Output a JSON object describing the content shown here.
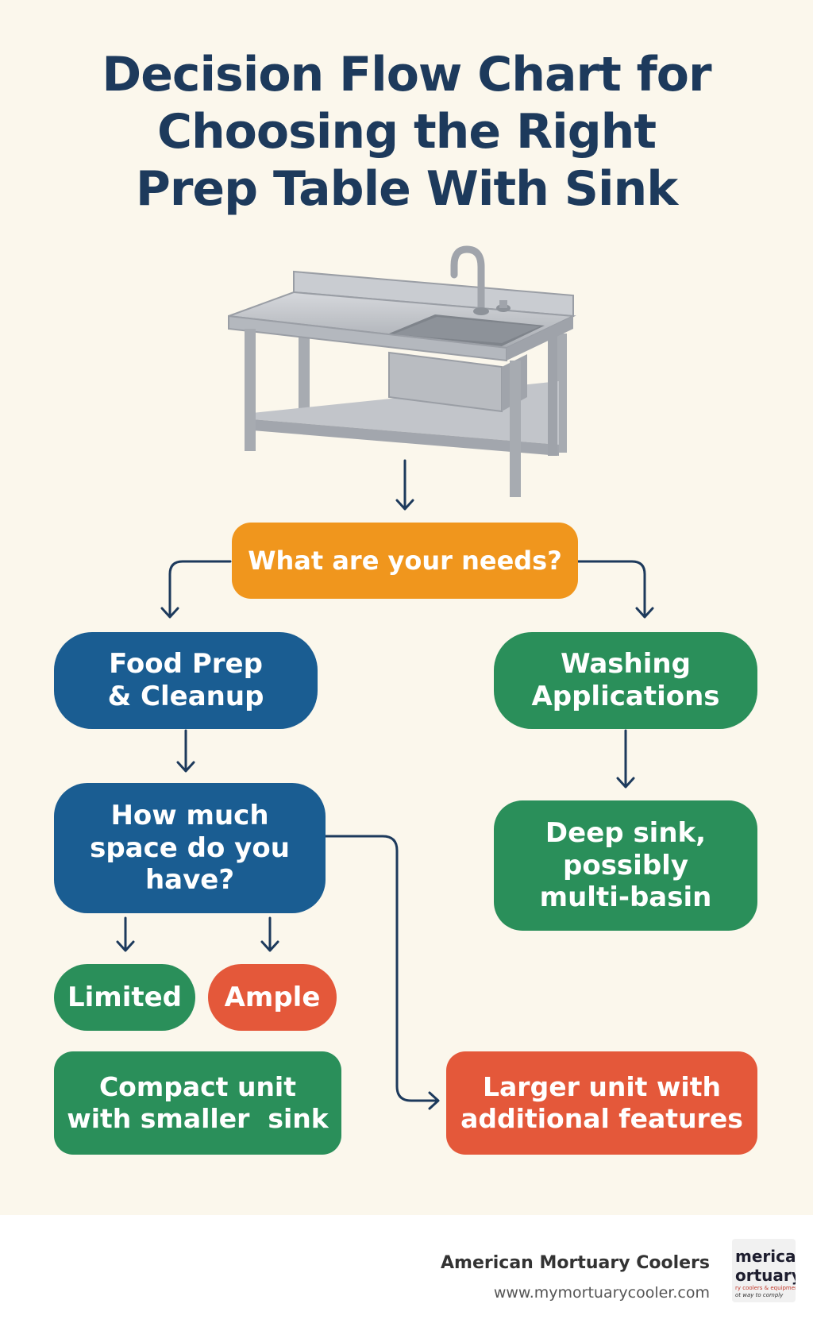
{
  "title": {
    "line1": "Decision Flow Chart for",
    "line2": "Choosing the Right",
    "line3": "Prep Table With Sink"
  },
  "nodes": {
    "needs": "What are your needs?",
    "food_prep_l1": "Food Prep",
    "food_prep_l2": "& Cleanup",
    "washing_l1": "Washing",
    "washing_l2": "Applications",
    "space_l1": "How much",
    "space_l2": "space do you",
    "space_l3": "have?",
    "deep_sink_l1": "Deep sink,",
    "deep_sink_l2": "possibly",
    "deep_sink_l3": "multi-basin",
    "limited": "Limited",
    "ample": "Ample",
    "compact_l1": "Compact unit",
    "compact_l2": "with smaller  sink",
    "larger_l1": "Larger unit with",
    "larger_l2": "additional features"
  },
  "footer": {
    "brand_name": "American Mortuary Coolers",
    "brand_url": "www.mymortuarycooler.com",
    "logo_line1": "merican",
    "logo_line2": "ortuary",
    "logo_line3": "ry coolers & equipment",
    "logo_line4": "ot way to comply"
  },
  "colors": {
    "background": "#fbf7ec",
    "title": "#1d3a5c",
    "orange": "#f0961d",
    "blue": "#1a5d92",
    "green": "#2a8f5a",
    "red": "#e4583a",
    "arrow": "#1d3a5c"
  },
  "icons": [
    "prep-table-sink-illustration"
  ]
}
